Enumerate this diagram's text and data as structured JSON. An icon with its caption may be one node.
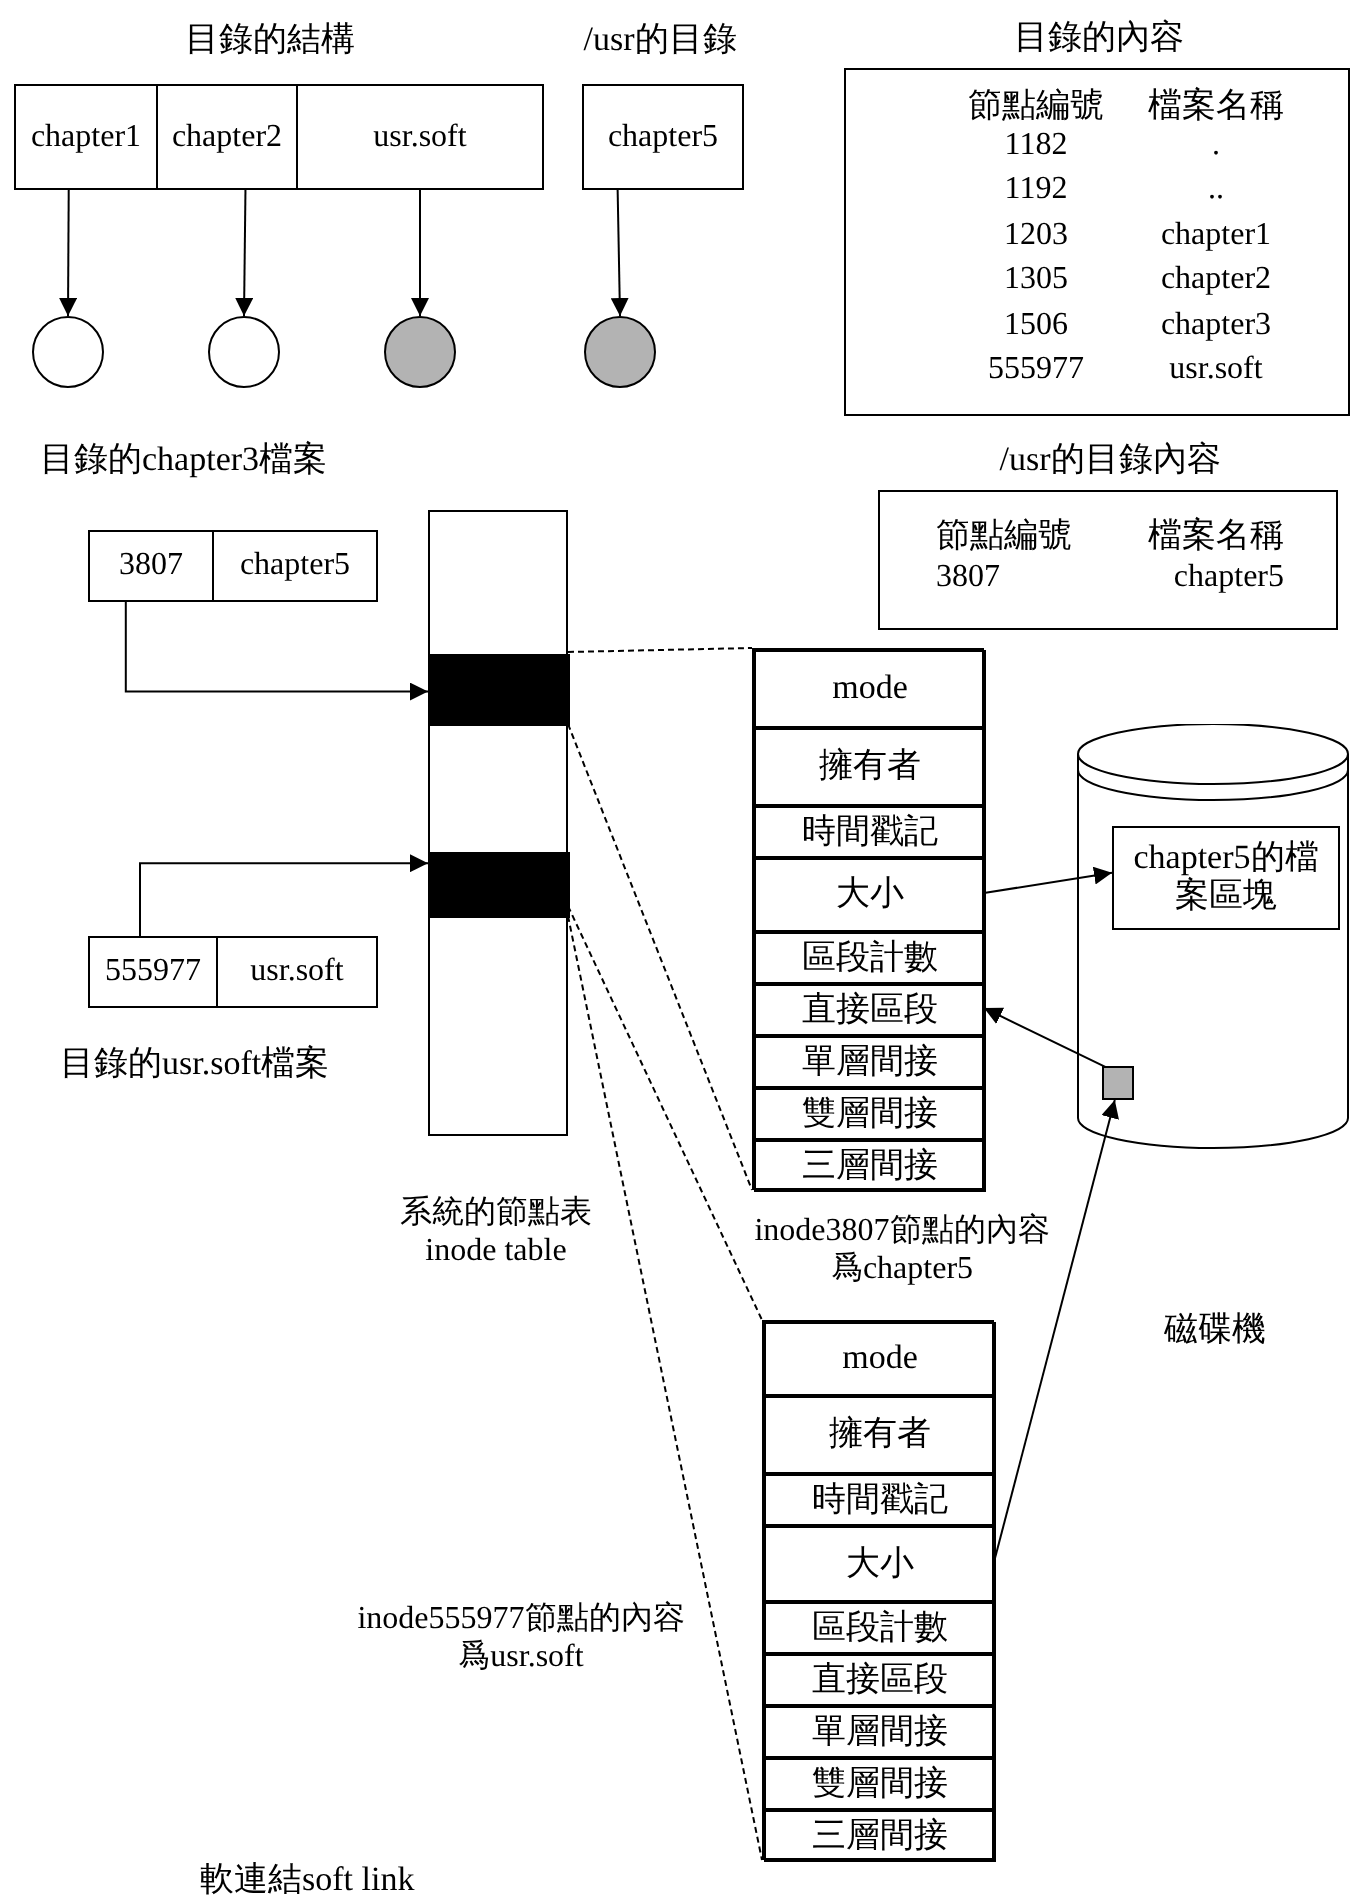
{
  "diagram": {
    "nodes": [
      {
        "text": [
          "chapter1"
        ]
      },
      {
        "text": [
          "chapter2"
        ]
      },
      {
        "text": [
          "usr.soft"
        ]
      },
      {
        "text": [
          "chapter5"
        ]
      },
      {
        "text": [],
        "shape": "circle"
      },
      {
        "text": [],
        "shape": "circle"
      },
      {
        "text": [],
        "shape": "circle"
      },
      {
        "text": [],
        "shape": "circle"
      },
      {
        "text": [
          "目錄的內容",
          "節點編號",
          "檔案名稱",
          "1182",
          ".",
          "1192",
          "..",
          "1203",
          "chapter1",
          "1305",
          "chapter2",
          "1506",
          "chapter3",
          "555977",
          "usr.soft"
        ]
      },
      {
        "text": [
          "/usr的目錄內容",
          "節點編號",
          "檔案名稱",
          "3807",
          "chapter5"
        ]
      },
      {
        "text": [
          "3807"
        ]
      },
      {
        "text": [
          "chapter5"
        ]
      },
      {
        "text": [],
        "shape": "bar",
        "beside": [
          "系統的節點表 inode table"
        ]
      },
      {
        "text": [],
        "shape": "bar",
        "in": 12
      },
      {
        "text": [],
        "shape": "bar",
        "in": 12
      },
      {
        "text": [
          "555977"
        ]
      },
      {
        "text": [
          "usr.soft"
        ]
      },
      {
        "text": [],
        "shape": "box",
        "beside": [
          "inode3807節點的內容爲chapter5"
        ]
      },
      {
        "text": [
          "mode"
        ],
        "in": 17
      },
      {
        "text": [
          "擁有者"
        ],
        "in": 17
      },
      {
        "text": [
          "時間戳記"
        ],
        "in": 17
      },
      {
        "text": [
          "大小"
        ],
        "in": 17
      },
      {
        "text": [
          "區段計數"
        ],
        "in": 17
      },
      {
        "text": [
          "直接區段"
        ],
        "in": 17
      },
      {
        "text": [
          "單層間接"
        ],
        "in": 17
      },
      {
        "text": [
          "雙層間接"
        ],
        "in": 17
      },
      {
        "text": [
          "三層間接"
        ],
        "in": 17
      },
      {
        "text": [],
        "shape": "box",
        "beside": [
          "inode555977節點的內容爲usr.soft"
        ]
      },
      {
        "text": [
          "mode"
        ],
        "in": 27
      },
      {
        "text": [
          "擁有者"
        ],
        "in": 27
      },
      {
        "text": [
          "時間戳記"
        ],
        "in": 27
      },
      {
        "text": [
          "大小"
        ],
        "in": 27
      },
      {
        "text": [
          "區段計數"
        ],
        "in": 27
      },
      {
        "text": [
          "直接區段"
        ],
        "in": 27
      },
      {
        "text": [
          "單層間接"
        ],
        "in": 27
      },
      {
        "text": [
          "雙層間接"
        ],
        "in": 27
      },
      {
        "text": [
          "三層間接"
        ],
        "in": 27
      },
      {
        "text": [],
        "shape": "cylinder"
      },
      {
        "text": [
          "chapter5的檔案區塊"
        ],
        "in": 37
      },
      {
        "text": [],
        "shape": "box",
        "in": 37
      }
    ],
    "edges": [
      {
        "from": 0,
        "to": 4,
        "arrow": "to"
      },
      {
        "from": 1,
        "to": 5,
        "arrow": "to"
      },
      {
        "from": 2,
        "to": 6,
        "arrow": "to"
      },
      {
        "from": 3,
        "to": 7,
        "arrow": "to"
      },
      {
        "from": 10,
        "to": 13,
        "arrow": "to"
      },
      {
        "from": 15,
        "to": 14,
        "arrow": "to"
      },
      {
        "from": 13,
        "to": 17,
        "arrow": "none",
        "style": "dashed"
      },
      {
        "from": 13,
        "to": 17,
        "arrow": "none",
        "style": "dashed"
      },
      {
        "from": 14,
        "to": 27,
        "arrow": "none",
        "style": "dashed"
      },
      {
        "from": 14,
        "to": 27,
        "arrow": "none",
        "style": "dashed"
      },
      {
        "from": 21,
        "to": 38,
        "arrow": "to"
      },
      {
        "from": 39,
        "to": 23,
        "arrow": "to"
      },
      {
        "from": 31,
        "to": 39,
        "arrow": "to"
      }
    ],
    "labels": [
      "目錄的結構",
      "/usr的目錄",
      "目錄的chapter3檔案",
      "目錄的usr.soft檔案",
      "磁碟機",
      "軟連結soft link"
    ]
  }
}
